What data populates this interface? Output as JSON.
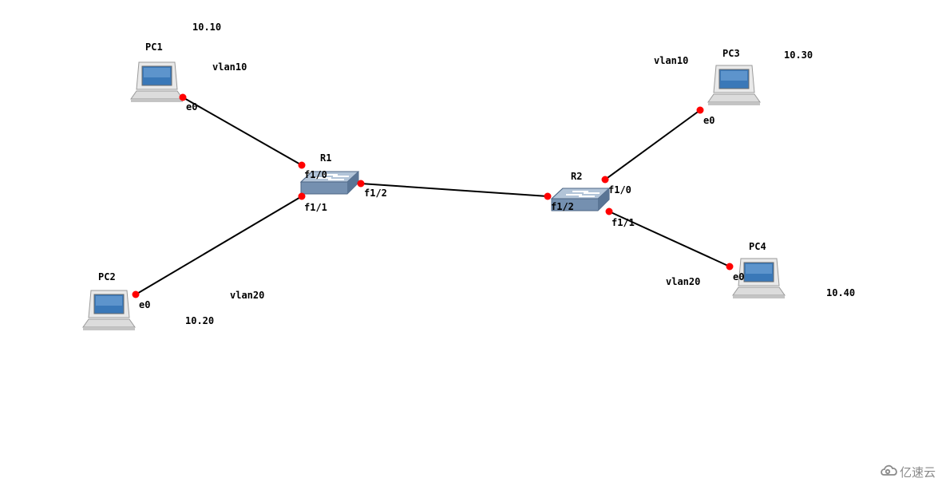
{
  "devices": {
    "pc1": {
      "name": "PC1",
      "ip": "10.10",
      "vlan": "vlan10",
      "port": "e0"
    },
    "pc2": {
      "name": "PC2",
      "ip": "10.20",
      "vlan": "vlan20",
      "port": "e0"
    },
    "pc3": {
      "name": "PC3",
      "ip": "10.30",
      "vlan": "vlan10",
      "port": "e0"
    },
    "pc4": {
      "name": "PC4",
      "ip": "10.40",
      "vlan": "vlan20",
      "port": "e0"
    },
    "r1": {
      "name": "R1",
      "port_f10": "f1/0",
      "port_f11": "f1/1",
      "port_f12": "f1/2"
    },
    "r2": {
      "name": "R2",
      "port_f10": "f1/0",
      "port_f11": "f1/1",
      "port_f12": "f1/2"
    }
  },
  "links": [
    {
      "from": "pc1",
      "to": "r1",
      "ports": [
        "e0",
        "f1/0"
      ]
    },
    {
      "from": "pc2",
      "to": "r1",
      "ports": [
        "e0",
        "f1/1"
      ]
    },
    {
      "from": "r1",
      "to": "r2",
      "ports": [
        "f1/2",
        "f1/2"
      ]
    },
    {
      "from": "pc3",
      "to": "r2",
      "ports": [
        "e0",
        "f1/0"
      ]
    },
    {
      "from": "pc4",
      "to": "r2",
      "ports": [
        "e0",
        "f1/1"
      ]
    }
  ],
  "colors": {
    "link": "#000000",
    "port_dot": "#ff0000",
    "switch": "#7f9cbc",
    "screen": "#3f7fbf"
  },
  "watermark": {
    "text": "亿速云",
    "icon": "cloud-logo-icon"
  }
}
